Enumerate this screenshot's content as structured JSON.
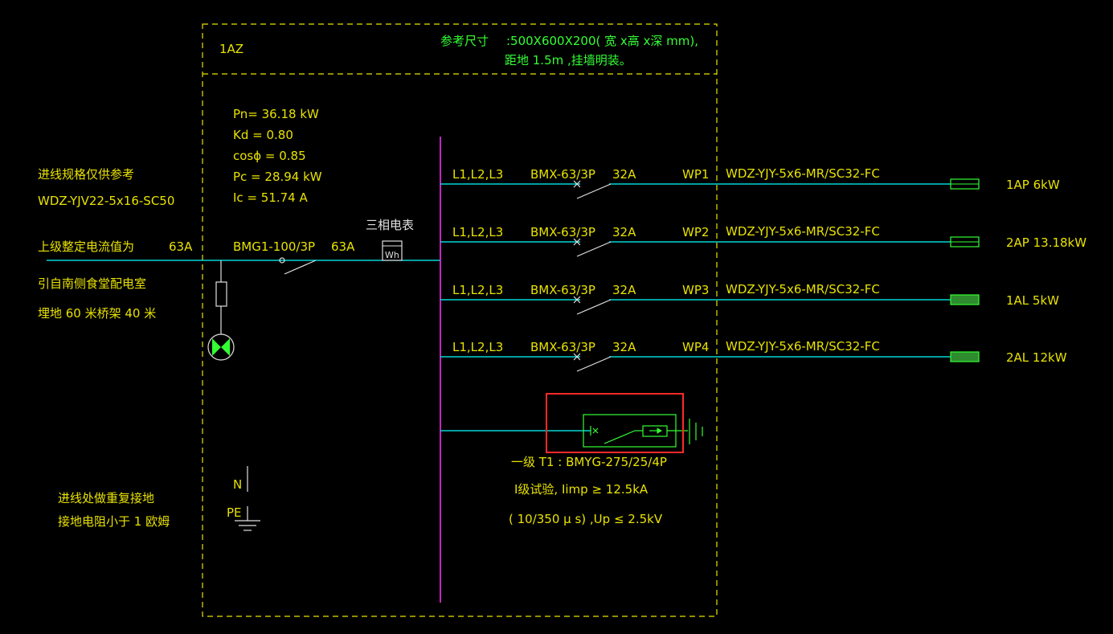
{
  "panel": {
    "name": "1AZ",
    "size_ref_label": "参考尺寸",
    "size_ref_value": ":500X600X200(  宽 x高 x深 mm),",
    "mount_note": "距地  1.5m ,挂墙明装。"
  },
  "load_params": {
    "pn": "Pn= 36.18    kW",
    "kd": "Kd = 0.80",
    "cos": "cosϕ   = 0.85",
    "pc": "Pc = 28.94    kW",
    "ic": "Ic  = 51.74    A"
  },
  "incoming": {
    "spec_label": "进线规格仅供参考",
    "cable": "WDZ-YJV22-5x16-SC50",
    "upstream_label": "上级整定电流值为",
    "upstream_value": "63A",
    "source": "引自南侧食堂配电室",
    "route": "埋地   60 米桥架     40 米"
  },
  "main_breaker": {
    "model": "BMG1-100/3P",
    "rating": "63A"
  },
  "meter": {
    "title": "三相电表",
    "symbol": "Wh"
  },
  "circuits": [
    {
      "phases": "L1,L2,L3",
      "breaker": "BMX-63/3P",
      "rating": "32A",
      "id": "WP1",
      "cable": "WDZ-YJY-5x6-MR/SC32-FC",
      "load": "1AP  6kW"
    },
    {
      "phases": "L1,L2,L3",
      "breaker": "BMX-63/3P",
      "rating": "32A",
      "id": "WP2",
      "cable": "WDZ-YJY-5x6-MR/SC32-FC",
      "load": "2AP  13.18kW"
    },
    {
      "phases": "L1,L2,L3",
      "breaker": "BMX-63/3P",
      "rating": "32A",
      "id": "WP3",
      "cable": "WDZ-YJY-5x6-MR/SC32-FC",
      "load": "1AL   5kW"
    },
    {
      "phases": "L1,L2,L3",
      "breaker": "BMX-63/3P",
      "rating": "32A",
      "id": "WP4",
      "cable": "WDZ-YJY-5x6-MR/SC32-FC",
      "load": "2AL   12kW"
    }
  ],
  "spd": {
    "line1": "一级     T1 :   BMYG-275/25/4P",
    "line2": "I级试验,          Iimp ≥ 12.5kA",
    "line3": "( 10/350  μ s) ,Up ≤ 2.5kV"
  },
  "grounding": {
    "n_label": "N",
    "pe_label": "PE",
    "note1": "进线处做重复接地",
    "note2": "接地电阻小于          1 欧姆"
  },
  "colors": {
    "yellow": "#e8e200",
    "green": "#33ff33",
    "cyan": "#00ffff",
    "magenta": "#ff33ff",
    "white": "#e0e0e0",
    "red": "#ff2a2a",
    "highlight_green": "#2e8b2e"
  }
}
